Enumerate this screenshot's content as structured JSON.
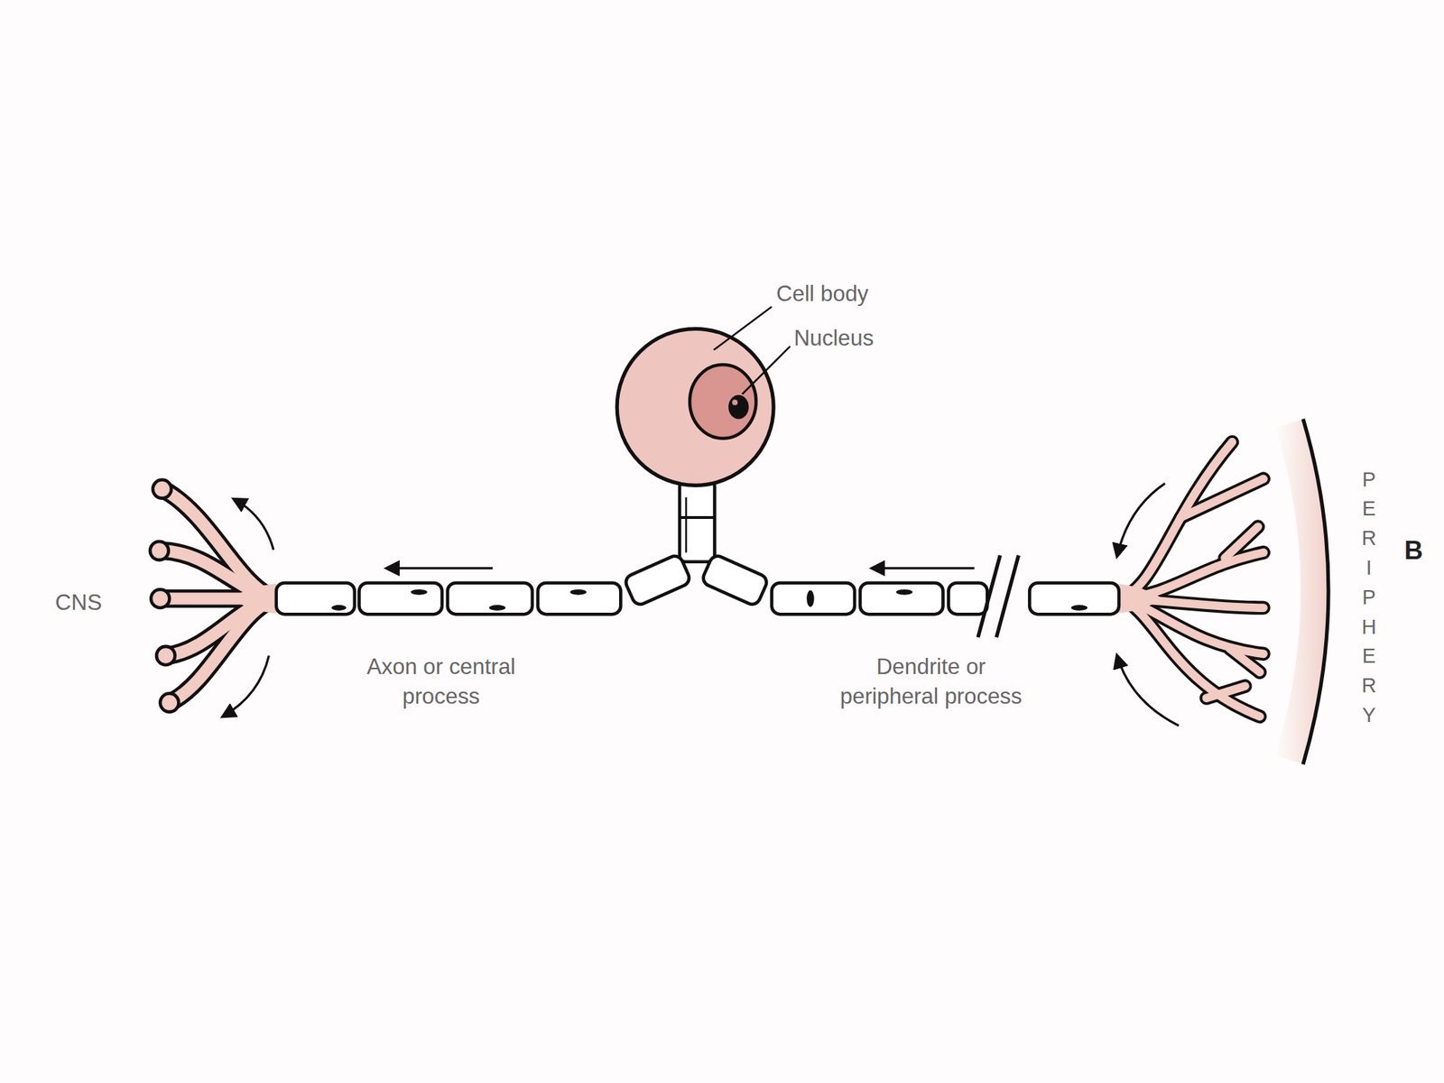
{
  "diagram": {
    "labels": [
      "Cell body",
      "Nucleus",
      "CNS",
      "Axon or central process",
      "Dendrite or peripheral process",
      "PERIPHERY",
      "B"
    ]
  }
}
